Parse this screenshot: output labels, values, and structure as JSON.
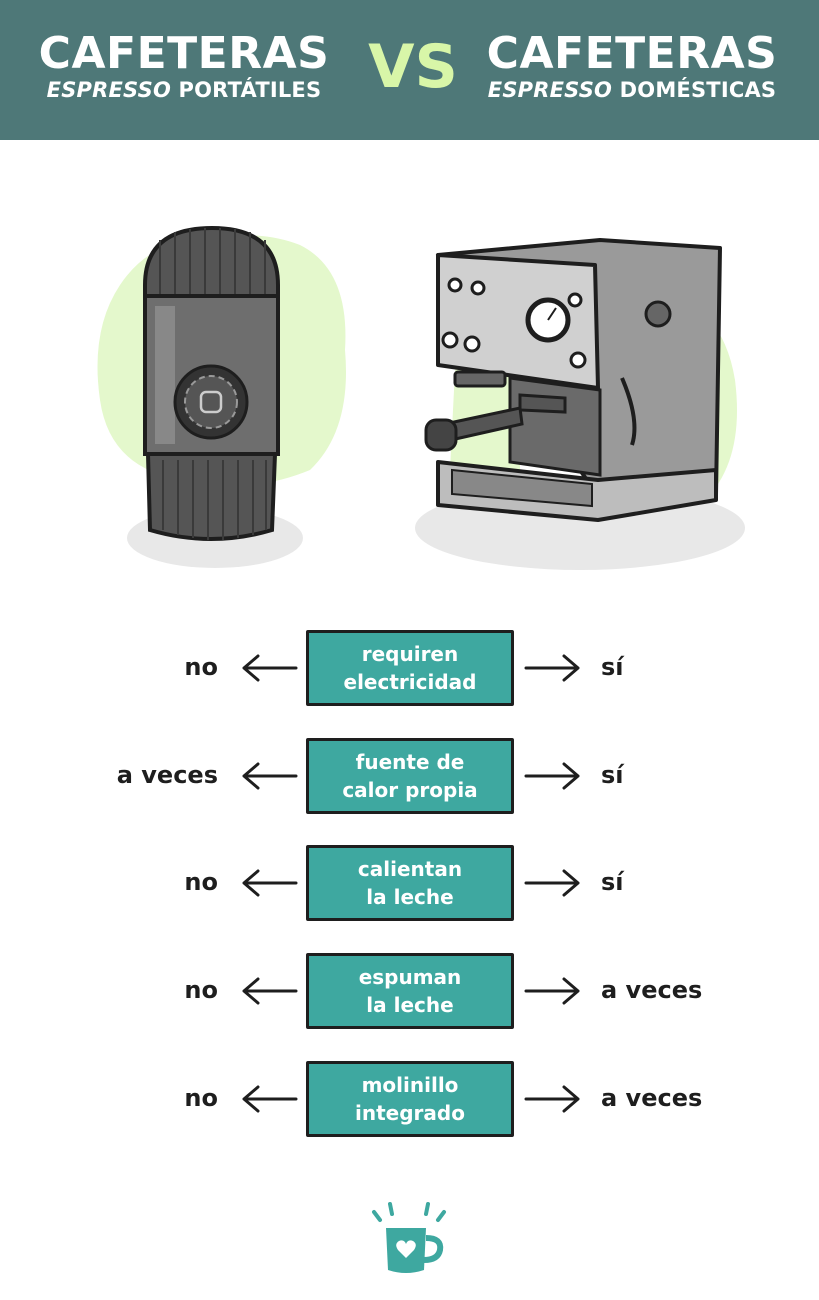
{
  "header": {
    "left_title": "CAFETERAS",
    "left_sub_italic": "ESPRESSO",
    "left_sub_rest": "PORTÁTILES",
    "vs": "VS",
    "right_title": "CAFETERAS",
    "right_sub_italic": "ESPRESSO",
    "right_sub_rest": "DOMÉSTICAS"
  },
  "rows": [
    {
      "left": "no",
      "label1": "requiren",
      "label2": "electricidad",
      "right": "sí"
    },
    {
      "left": "a veces",
      "label1": "fuente de",
      "label2": "calor propia",
      "right": "sí"
    },
    {
      "left": "no",
      "label1": "calientan",
      "label2": "la leche",
      "right": "sí"
    },
    {
      "left": "no",
      "label1": "espuman",
      "label2": "la leche",
      "right": "a veces"
    },
    {
      "left": "no",
      "label1": "molinillo",
      "label2": "integrado",
      "right": "a veces"
    }
  ],
  "icons": {
    "portable": "portable-espresso-maker-icon",
    "home": "home-espresso-machine-icon",
    "logo": "heart-mug-logo-icon"
  },
  "colors": {
    "header_bg": "#4e7878",
    "vs": "#d8f6a8",
    "box": "#3ea8a0",
    "blob": "#e4f8cc"
  }
}
